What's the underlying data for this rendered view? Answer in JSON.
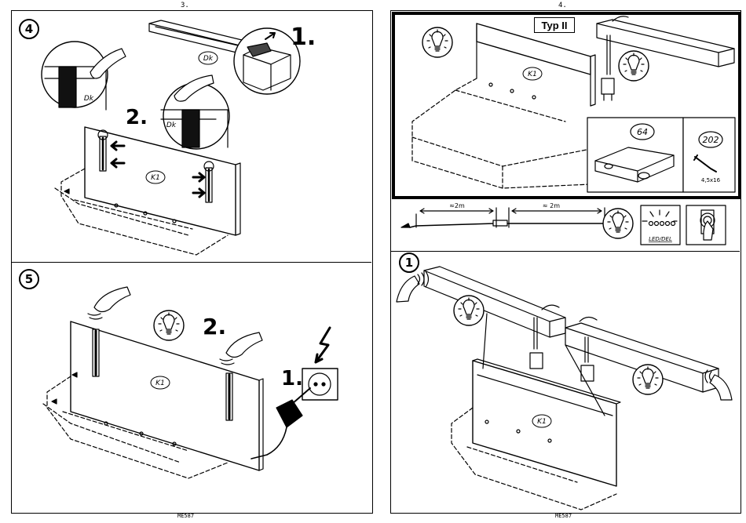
{
  "page_left_num": "3.",
  "page_right_num": "4.",
  "doc_code_left": "ME587",
  "doc_code_right": "ME587",
  "step4": {
    "num": "4",
    "step1": "1.",
    "step2": "2.",
    "dk1": "Dk",
    "dk2": "Dk",
    "dk3": "Dk",
    "k1": "K1"
  },
  "step5": {
    "num": "5",
    "step1": "1.",
    "step2": "2.",
    "k1": "K1"
  },
  "typ": {
    "title": "Typ II",
    "k1": "K1",
    "part1": "64",
    "part2": "202",
    "screw_size": "4,5x16"
  },
  "cable": {
    "len1": "≈2m",
    "len2": "≈ 2m",
    "led_label": "LED/DEL"
  },
  "step1": {
    "num": "1",
    "k1": "K1"
  }
}
